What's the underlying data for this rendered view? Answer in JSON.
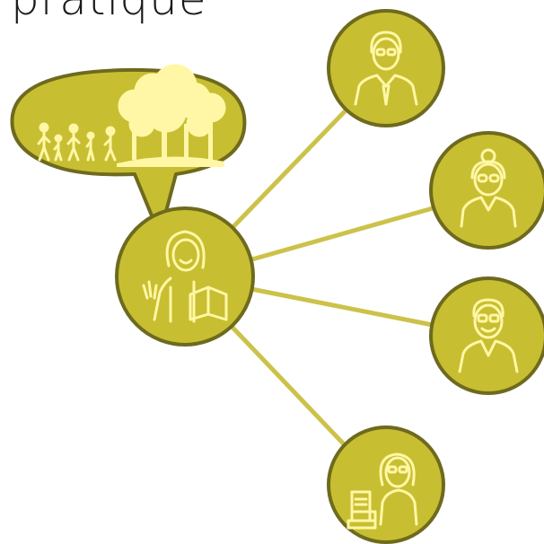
{
  "title": "pratique",
  "colors": {
    "node_fill": "#c8be32",
    "node_stroke": "#6e6a1e",
    "icon": "#fff7a6",
    "link": "#ccc24a",
    "title": "#1a1a1a"
  },
  "center_node": {
    "name": "teacher-reading-book",
    "icon": "teacher-book-icon"
  },
  "speech_bubble": {
    "icon": "family-walking-in-forest-icon"
  },
  "nodes": [
    {
      "name": "man-with-glasses-and-tie",
      "icon": "man-tie-icon"
    },
    {
      "name": "older-woman-with-glasses",
      "icon": "older-woman-icon"
    },
    {
      "name": "man-with-glasses",
      "icon": "man-glasses-icon"
    },
    {
      "name": "woman-with-books",
      "icon": "woman-books-icon"
    }
  ]
}
